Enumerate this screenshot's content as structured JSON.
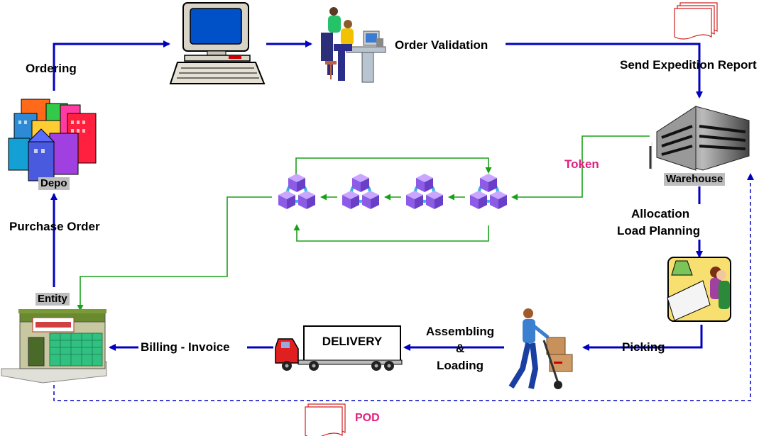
{
  "labels": {
    "ordering": "Ordering",
    "order_validation": "Order Validation",
    "send_expedition_report": "Send Expedition Report",
    "token": "Token",
    "allocation": "Allocation",
    "load_planning": "Load Planning",
    "picking": "Picking",
    "assembling": "Assembling",
    "ampersand": "&",
    "loading": "Loading",
    "billing_invoice": "Billing - Invoice",
    "purchase_order": "Purchase Order",
    "pod": "POD"
  },
  "nodes": {
    "depo": "Depo",
    "warehouse": "Warehouse",
    "entity": "Entity",
    "truck_sign": "DELIVERY"
  },
  "colors": {
    "flow_arrow": "#0000c0",
    "token_arrow": "#18a018",
    "pod_dashed": "#0000c0",
    "highlight_text": "#e0207f",
    "cube": "#9966ee",
    "tag_background": "#bdbdbd"
  }
}
